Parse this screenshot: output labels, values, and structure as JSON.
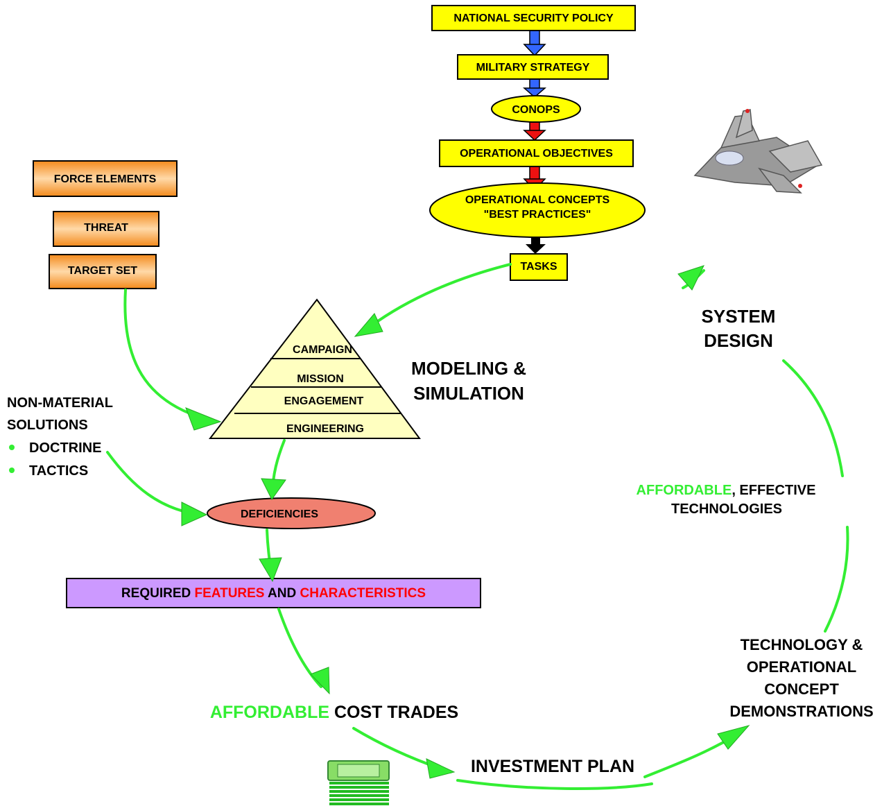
{
  "chain": {
    "national_security_policy": "NATIONAL SECURITY POLICY",
    "military_strategy": "MILITARY STRATEGY",
    "conops": "CONOPS",
    "operational_objectives": "OPERATIONAL OBJECTIVES",
    "operational_concepts_line1": "OPERATIONAL CONCEPTS",
    "operational_concepts_line2": "\"BEST PRACTICES\"",
    "tasks": "TASKS"
  },
  "inputs": {
    "force_elements": "FORCE ELEMENTS",
    "threat": "THREAT",
    "target_set": "TARGET SET"
  },
  "pyramid": {
    "campaign": "CAMPAIGN",
    "mission": "MISSION",
    "engagement": "ENGAGEMENT",
    "engineering": "ENGINEERING"
  },
  "modeling": {
    "line1": "MODELING &",
    "line2": "SIMULATION"
  },
  "non_material": {
    "line1": "NON-MATERIAL",
    "line2": "SOLUTIONS",
    "items": [
      "DOCTRINE",
      "TACTICS"
    ]
  },
  "deficiencies": "DEFICIENCIES",
  "requirements": {
    "part1": "REQUIRED ",
    "part2": "FEATURES",
    "part3": " AND ",
    "part4": "CHARACTERISTICS"
  },
  "cost_trades": {
    "highlight": "AFFORDABLE",
    "rest": " COST TRADES"
  },
  "investment_plan": "INVESTMENT PLAN",
  "demonstrations": {
    "line1": "TECHNOLOGY &",
    "line2": "OPERATIONAL",
    "line3": "CONCEPT",
    "line4": "DEMONSTRATIONS"
  },
  "technologies": {
    "highlight": "AFFORDABLE",
    "rest": ", EFFECTIVE",
    "line2": "TECHNOLOGIES"
  },
  "system_design": {
    "line1": "SYSTEM",
    "line2": "DESIGN"
  },
  "icons": [
    "fighter-jet-icon",
    "money-stack-icon"
  ],
  "colors": {
    "yellow_box": "#ffff00",
    "orange_box": "#f7a23a",
    "pyramid": "#ffffc0",
    "deficiencies": "#f08070",
    "requirements": "#cc99ff",
    "cycle_arrow": "#33ee33",
    "highlight_green": "#33ee33",
    "highlight_red": "#ff0000",
    "arrow_blue": "#3366ff",
    "arrow_red": "#ee1111"
  }
}
